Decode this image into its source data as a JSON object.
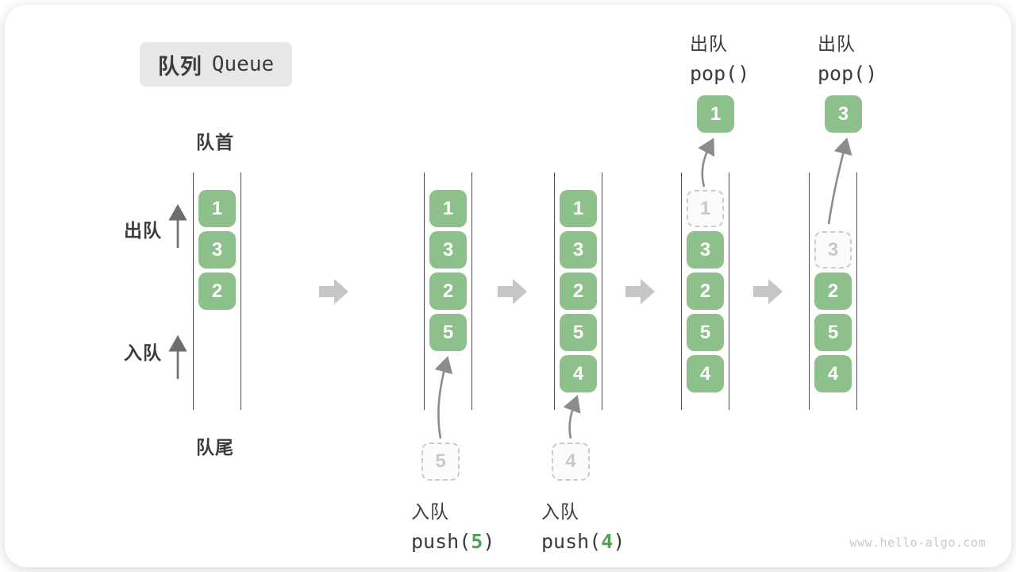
{
  "title": {
    "zh": "队列",
    "en": "Queue"
  },
  "side_labels": {
    "front": "队首",
    "rear": "队尾",
    "dequeue": "出队",
    "enqueue": "入队"
  },
  "watermark": "www.hello-algo.com",
  "colors": {
    "cell_green": "#8EC08B",
    "code_green": "#55A055",
    "text_dark": "#3B3B3B",
    "block_arrow": "#C6C6C6",
    "curve_arrow": "#8C8C8C",
    "side_arrow": "#6E6E6E",
    "dashed_border": "#CCCCCC",
    "dashed_text": "#C9C9C9"
  },
  "queues": [
    {
      "name": "initial",
      "cells": [
        {
          "slot": 0,
          "value": "1",
          "kind": "solid"
        },
        {
          "slot": 1,
          "value": "3",
          "kind": "solid"
        },
        {
          "slot": 2,
          "value": "2",
          "kind": "solid"
        }
      ]
    },
    {
      "name": "after-push-5",
      "cells": [
        {
          "slot": 0,
          "value": "1",
          "kind": "solid"
        },
        {
          "slot": 1,
          "value": "3",
          "kind": "solid"
        },
        {
          "slot": 2,
          "value": "2",
          "kind": "solid"
        },
        {
          "slot": 3,
          "value": "5",
          "kind": "solid"
        }
      ],
      "staged": {
        "value": "5"
      },
      "caption": {
        "action": "入队",
        "code_before": "push(",
        "code_arg": "5",
        "code_after": ")"
      }
    },
    {
      "name": "after-push-4",
      "cells": [
        {
          "slot": 0,
          "value": "1",
          "kind": "solid"
        },
        {
          "slot": 1,
          "value": "3",
          "kind": "solid"
        },
        {
          "slot": 2,
          "value": "2",
          "kind": "solid"
        },
        {
          "slot": 3,
          "value": "5",
          "kind": "solid"
        },
        {
          "slot": 4,
          "value": "4",
          "kind": "solid"
        }
      ],
      "staged": {
        "value": "4"
      },
      "caption": {
        "action": "入队",
        "code_before": "push(",
        "code_arg": "4",
        "code_after": ")"
      }
    },
    {
      "name": "after-pop-1",
      "cells": [
        {
          "slot": 0,
          "value": "1",
          "kind": "dashed"
        },
        {
          "slot": 1,
          "value": "3",
          "kind": "solid"
        },
        {
          "slot": 2,
          "value": "2",
          "kind": "solid"
        },
        {
          "slot": 3,
          "value": "5",
          "kind": "solid"
        },
        {
          "slot": 4,
          "value": "4",
          "kind": "solid"
        }
      ],
      "popped": {
        "value": "1"
      },
      "top_caption": {
        "action": "出队",
        "code": "pop()"
      }
    },
    {
      "name": "after-pop-3",
      "cells": [
        {
          "slot": 1,
          "value": "3",
          "kind": "dashed"
        },
        {
          "slot": 2,
          "value": "2",
          "kind": "solid"
        },
        {
          "slot": 3,
          "value": "5",
          "kind": "solid"
        },
        {
          "slot": 4,
          "value": "4",
          "kind": "solid"
        }
      ],
      "popped": {
        "value": "3"
      },
      "top_caption": {
        "action": "出队",
        "code": "pop()"
      }
    }
  ]
}
